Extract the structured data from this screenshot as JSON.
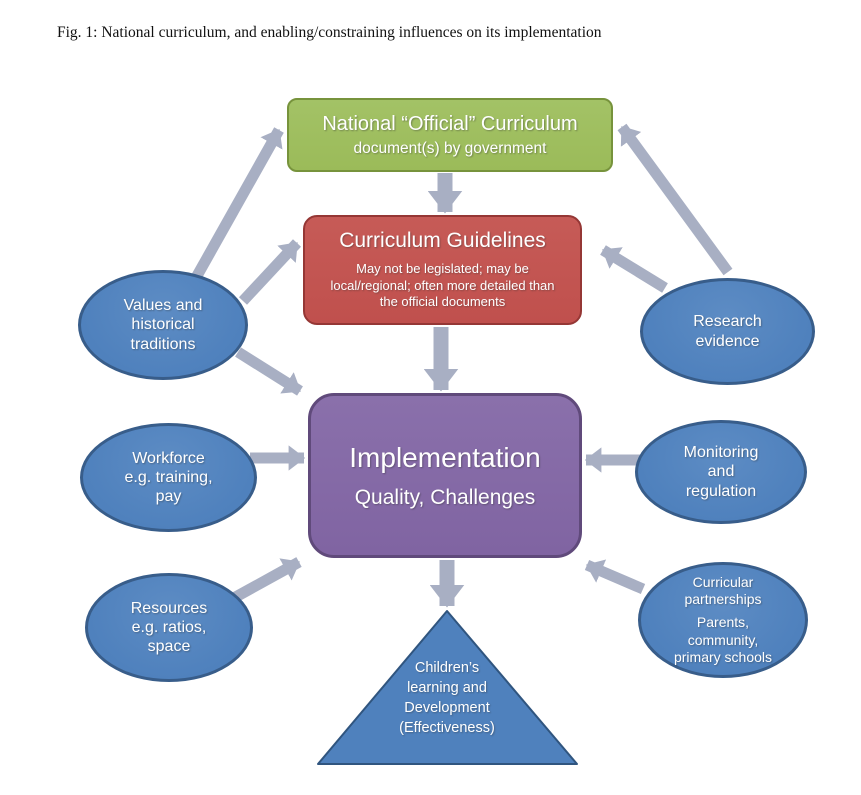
{
  "caption": "Fig. 1: National curriculum, and enabling/constraining influences on its implementation",
  "nodes": {
    "official": {
      "title": "National “Official” Curriculum",
      "subtitle": "document(s) by government",
      "fill": "#9bbb59",
      "border": "#77933c"
    },
    "guidelines": {
      "title": "Curriculum Guidelines",
      "body": "May not be legislated; may be\nlocal/regional; often more detailed than\nthe official documents",
      "fill": "#c0504d",
      "border": "#953735"
    },
    "implementation": {
      "title": "Implementation",
      "subtitle": "Quality, Challenges",
      "fill": "#8064a2",
      "border": "#604a7b"
    },
    "values": {
      "label": "Values and\nhistorical\ntraditions"
    },
    "research": {
      "label": "Research\nevidence"
    },
    "workforce": {
      "label": "Workforce\ne.g. training,\npay"
    },
    "monitoring": {
      "label": "Monitoring\nand\nregulation"
    },
    "resources": {
      "label": "Resources\ne.g. ratios,\nspace"
    },
    "partnerships": {
      "label": "Curricular\npartnerships",
      "sublabel": "Parents,\ncommunity,\nprimary schools"
    },
    "outcome": {
      "label": "Children’s\nlearning and\nDevelopment\n(Effectiveness)"
    }
  },
  "colors": {
    "ellipse_fill": "#4f81bd",
    "ellipse_border": "#385d8a",
    "arrow": "#a8afc3",
    "triangle_fill": "#4f81bd",
    "triangle_border": "#30557f"
  },
  "edges": [
    {
      "from": "values",
      "to": "official"
    },
    {
      "from": "values",
      "to": "guidelines"
    },
    {
      "from": "values",
      "to": "implementation"
    },
    {
      "from": "research",
      "to": "official"
    },
    {
      "from": "research",
      "to": "guidelines"
    },
    {
      "from": "official",
      "to": "guidelines"
    },
    {
      "from": "guidelines",
      "to": "implementation"
    },
    {
      "from": "workforce",
      "to": "implementation"
    },
    {
      "from": "monitoring",
      "to": "implementation"
    },
    {
      "from": "resources",
      "to": "implementation"
    },
    {
      "from": "partnerships",
      "to": "implementation"
    },
    {
      "from": "implementation",
      "to": "outcome"
    }
  ]
}
